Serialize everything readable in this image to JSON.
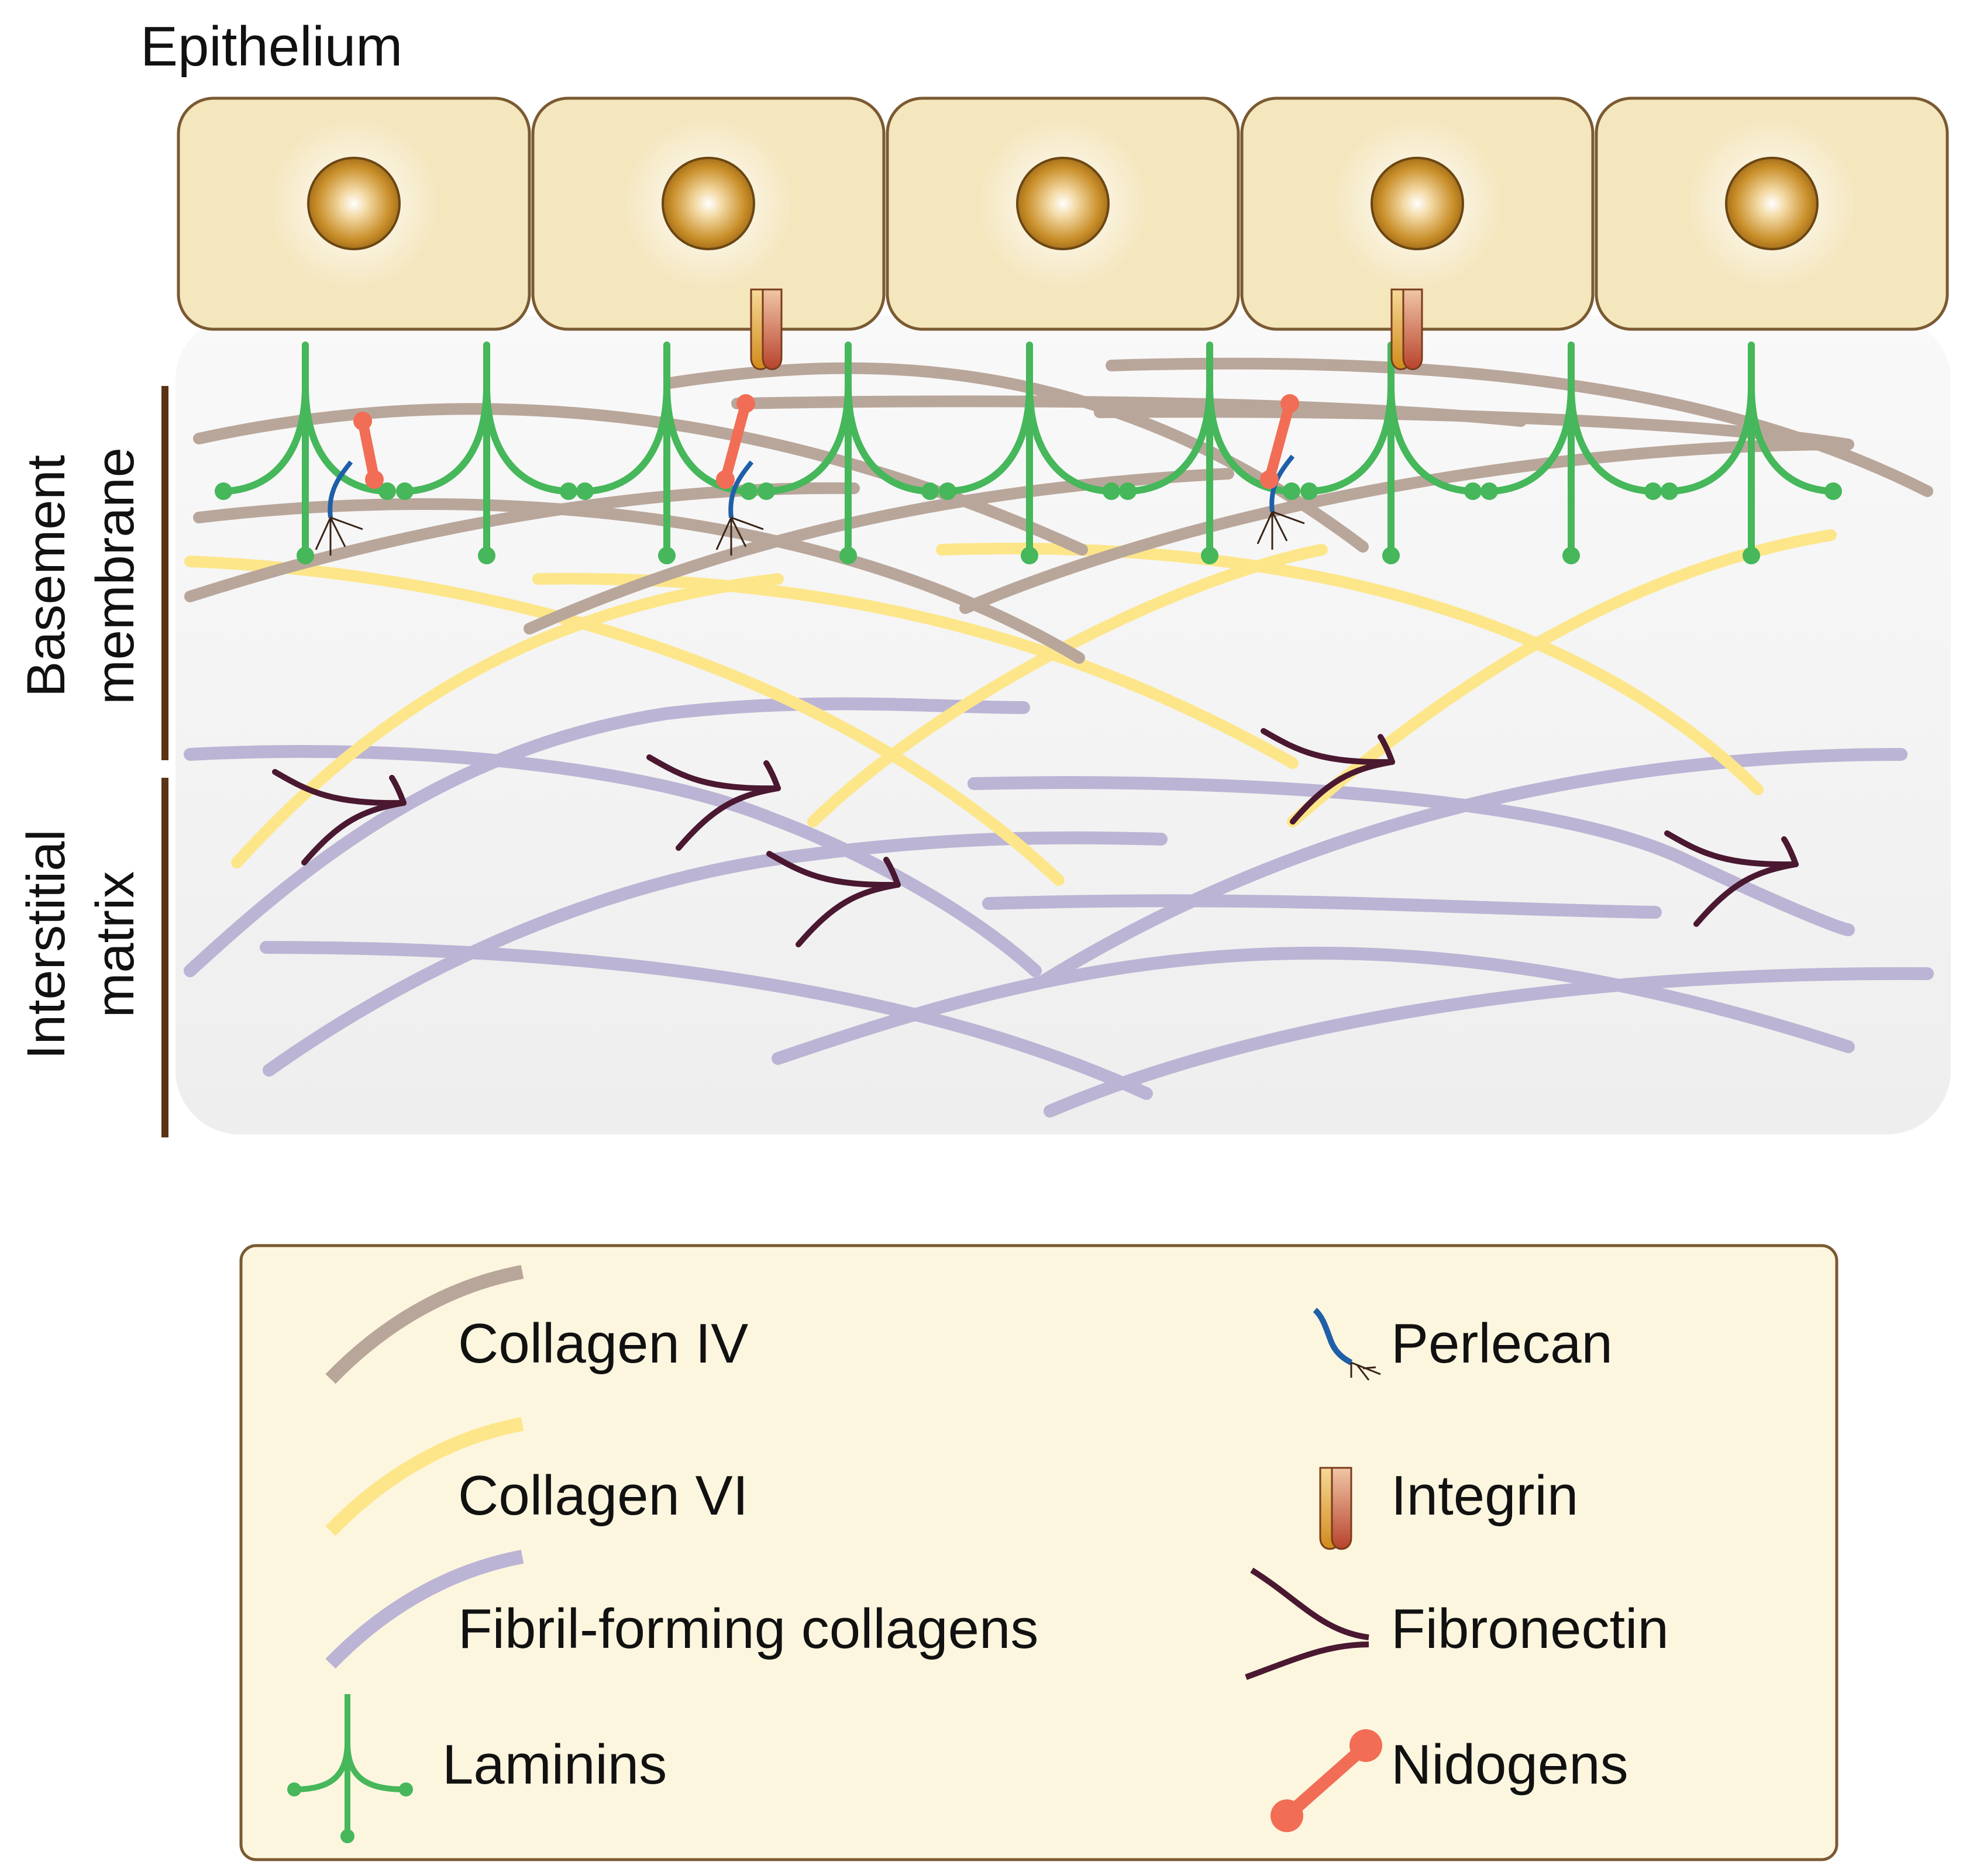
{
  "title": "Epithelium",
  "side_labels": {
    "basement": [
      "Basement",
      "membrane"
    ],
    "interstitial": [
      "Interstitial",
      "matrix"
    ]
  },
  "legend": {
    "collagen_iv": "Collagen IV",
    "collagen_vi": "Collagen VI",
    "fibril_collagens": "Fibril-forming collagens",
    "laminins": "Laminins",
    "perlecan": "Perlecan",
    "integrin": "Integrin",
    "fibronectin": "Fibronectin",
    "nidogens": "Nidogens"
  },
  "colors": {
    "collagen_iv": "#b9a69a",
    "collagen_vi": "#fde68a",
    "fibril_collagens": "#bcb4d4",
    "laminin": "#46b75a",
    "perlecan": "#1f5fa8",
    "nidogen": "#f26d55",
    "fibronectin": "#4a1830",
    "cell_fill": "#f4e6bd",
    "cell_stroke": "#7a5a32",
    "legend_fill": "#fdf6df",
    "bracket": "#5a3314"
  },
  "cell_count": 5
}
